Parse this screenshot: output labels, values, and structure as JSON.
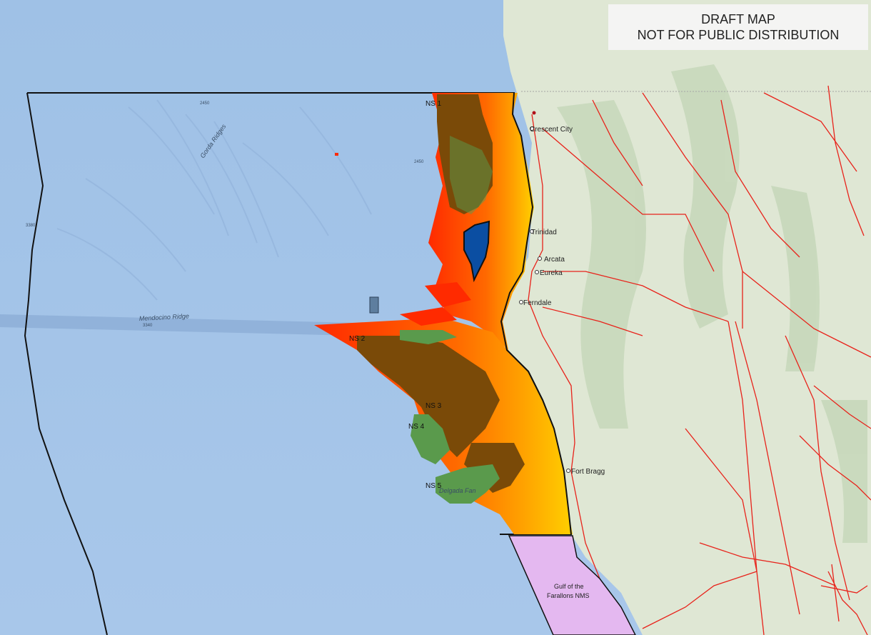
{
  "banner": {
    "line1": "DRAFT MAP",
    "line2": "NOT FOR PUBLIC DISTRIBUTION"
  },
  "cities": [
    {
      "id": "crescent-city",
      "name": "Crescent City"
    },
    {
      "id": "trinidad",
      "name": "Trinidad"
    },
    {
      "id": "arcata",
      "name": "Arcata"
    },
    {
      "id": "eureka",
      "name": "Eureka"
    },
    {
      "id": "ferndale",
      "name": "Ferndale"
    },
    {
      "id": "fort-bragg",
      "name": "Fort Bragg"
    }
  ],
  "zones": [
    "NS 1",
    "NS 2",
    "NS 3",
    "NS 4",
    "NS 5"
  ],
  "features": {
    "gorda": "Gorda Ridges",
    "mendocino": "Mendocino Ridge",
    "delgada": "Delgada Fan",
    "nms_line1": "Gulf of the",
    "nms_line2": "Farallons NMS"
  },
  "depths": [
    "2450",
    "3380",
    "2450",
    "3340"
  ],
  "colors": {
    "ocean": "#a9c8ea",
    "land": "#dfe7d4",
    "habitat_high": "#ff2a00",
    "habitat_mid": "#ff8a00",
    "habitat_low": "#ffd000",
    "brown_zone": "#7a4a08",
    "green_zone": "#5a9a4c",
    "blue_zone": "#0b4ea2",
    "nms": "#e4b8f0",
    "roads": "#e8221a"
  }
}
